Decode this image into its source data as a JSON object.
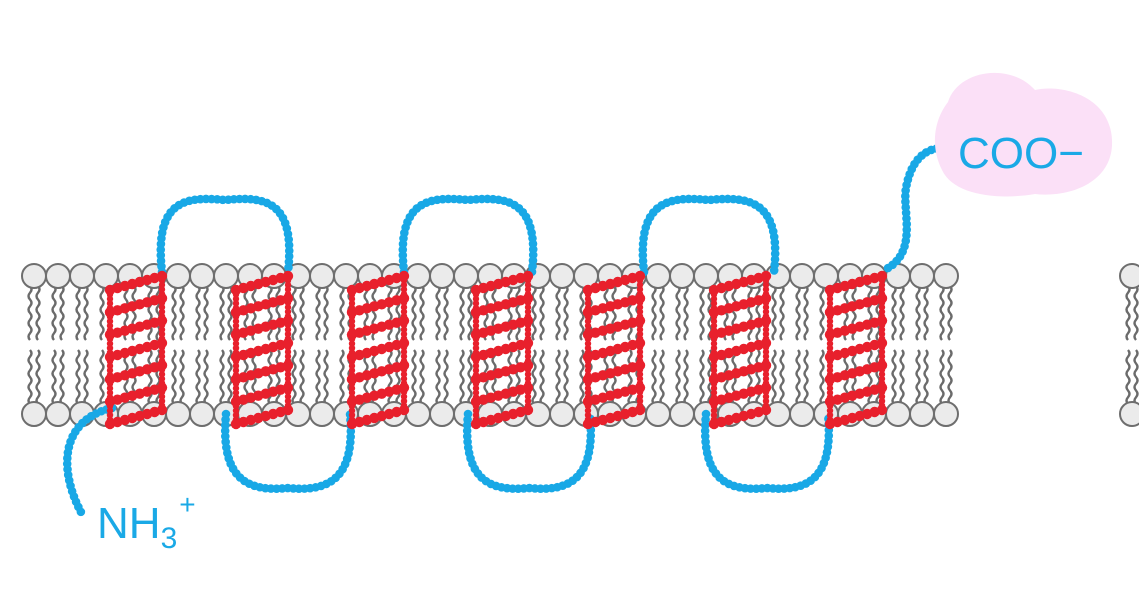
{
  "labels": {
    "n_terminus": "NH",
    "n_terminus_sub": "3",
    "n_terminus_sup": "+",
    "c_terminus": "COO−"
  },
  "colors": {
    "background": "#ffffff",
    "loop": "#18a8e6",
    "helix": "#e8202c",
    "lipid_head_fill": "#ebebeb",
    "lipid_head_stroke": "#6e6e6e",
    "lipid_tail": "#6b6b6b",
    "c_terminus_blob": "#fbe0f7"
  },
  "structure": {
    "transmembrane_helices": 7,
    "helix_turns": 6,
    "extracellular_loops": 3,
    "intracellular_loops": 3
  }
}
